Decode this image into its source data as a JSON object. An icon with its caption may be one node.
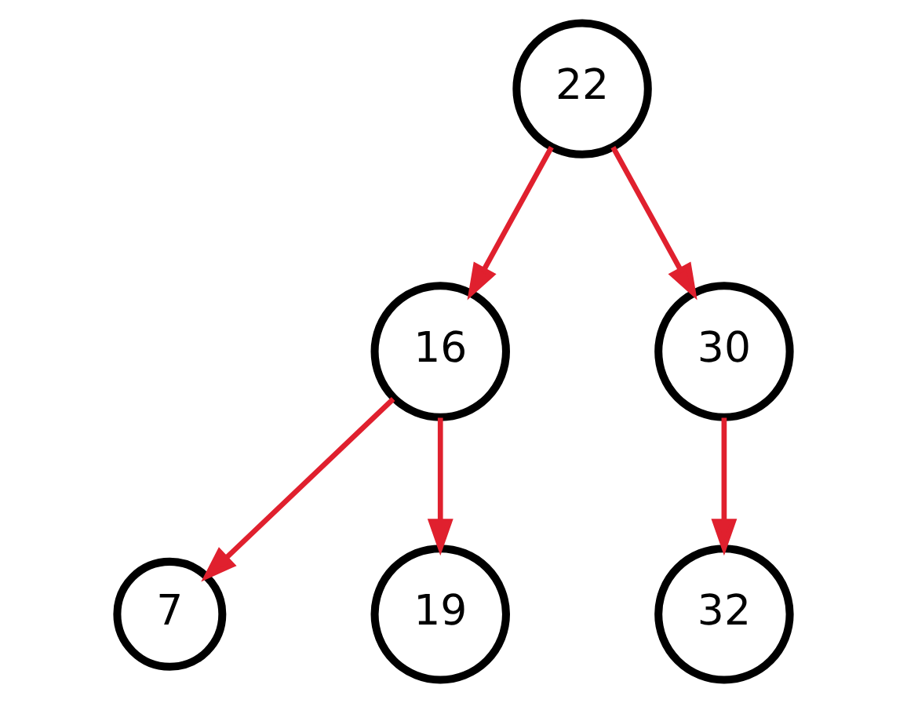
{
  "diagram": {
    "nodes": [
      {
        "text": [
          "22"
        ]
      },
      {
        "text": [
          "16"
        ]
      },
      {
        "text": [
          "30"
        ]
      },
      {
        "text": [
          "7"
        ]
      },
      {
        "text": [
          "19"
        ]
      },
      {
        "text": [
          "32"
        ]
      }
    ],
    "edges": [
      {
        "from": 0,
        "to": 1,
        "arrow": "to",
        "color": "#e0202e"
      },
      {
        "from": 0,
        "to": 2,
        "arrow": "to",
        "color": "#e0202e"
      },
      {
        "from": 1,
        "to": 3,
        "arrow": "to",
        "color": "#e0202e"
      },
      {
        "from": 1,
        "to": 4,
        "arrow": "to",
        "color": "#e0202e"
      },
      {
        "from": 2,
        "to": 5,
        "arrow": "to",
        "color": "#e0202e"
      }
    ]
  }
}
